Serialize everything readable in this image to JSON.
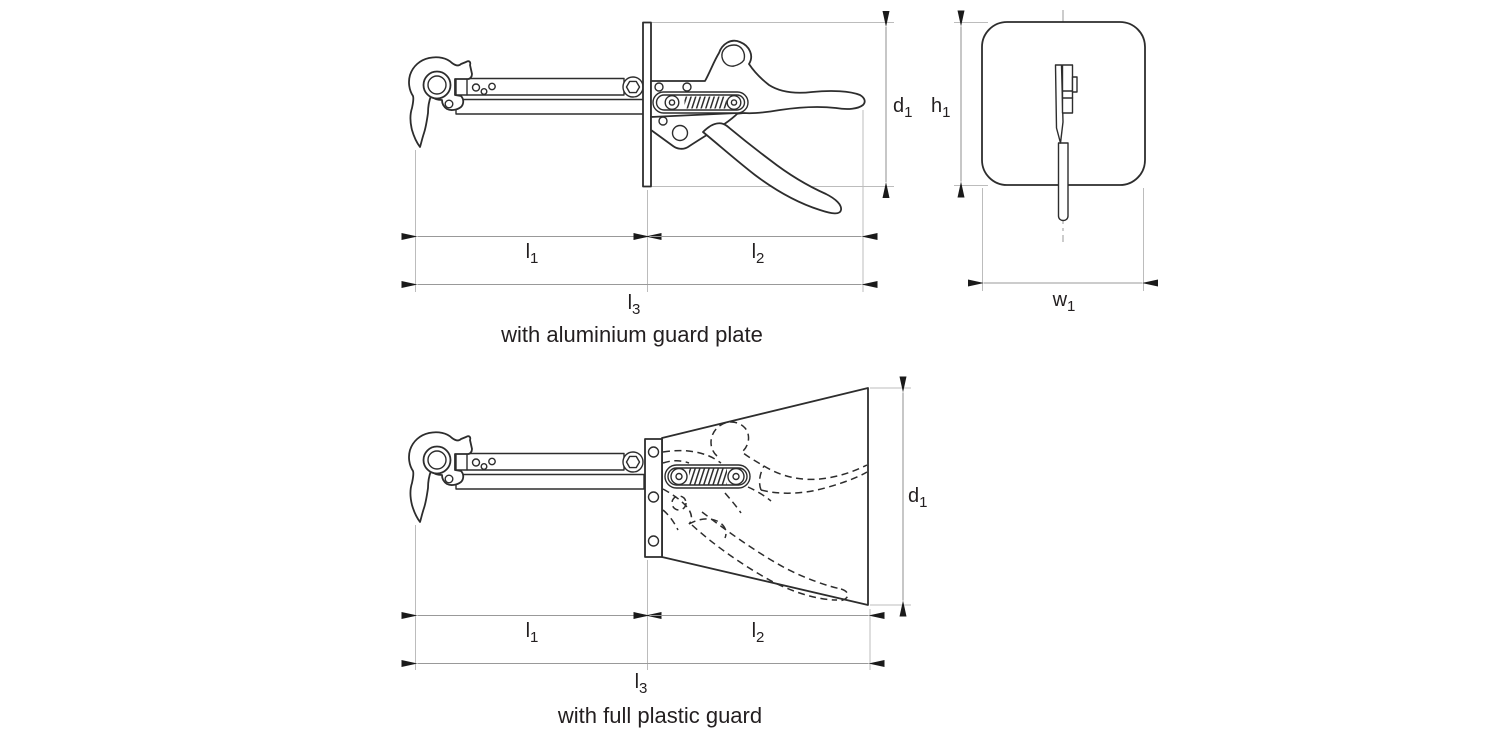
{
  "drawing": {
    "background": "#ffffff",
    "stroke_colors": {
      "outline": "#2d2d2d",
      "dimension_line": "#999999",
      "extension_line": "#bcbcbc",
      "arrow": "#1a1a1a",
      "text": "#231f20"
    },
    "views": {
      "aluminium_guard": {
        "caption": "with aluminium guard plate",
        "dims": {
          "l1": {
            "base": "l",
            "sub": "1"
          },
          "l2": {
            "base": "l",
            "sub": "2"
          },
          "l3": {
            "base": "l",
            "sub": "3"
          },
          "d1": {
            "base": "d",
            "sub": "1"
          }
        }
      },
      "guard_plate_front": {
        "dims": {
          "h1": {
            "base": "h",
            "sub": "1"
          },
          "w1": {
            "base": "w",
            "sub": "1"
          }
        }
      },
      "plastic_guard": {
        "caption": "with full plastic guard",
        "dims": {
          "l1": {
            "base": "l",
            "sub": "1"
          },
          "l2": {
            "base": "l",
            "sub": "2"
          },
          "l3": {
            "base": "l",
            "sub": "3"
          },
          "d1": {
            "base": "d",
            "sub": "1"
          }
        }
      }
    }
  }
}
